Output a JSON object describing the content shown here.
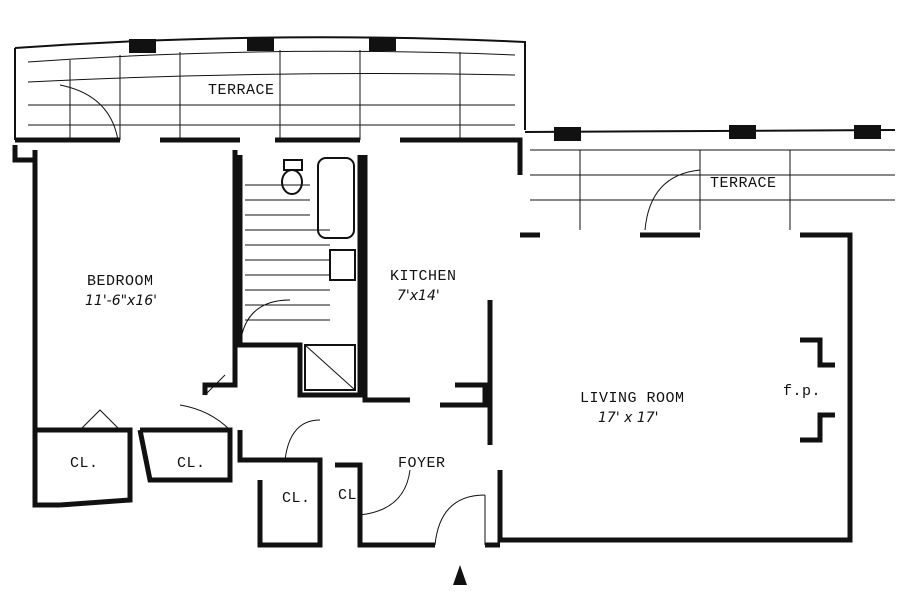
{
  "rooms": {
    "terrace_upper": "TERRACE",
    "terrace_right": "TERRACE",
    "bedroom": {
      "name": "BEDROOM",
      "dims": "11'-6\"x16'"
    },
    "kitchen": {
      "name": "KITCHEN",
      "dims": "7'x14'"
    },
    "living_room": {
      "name": "LIVING ROOM",
      "dims": "17' x 17'"
    },
    "fireplace": "f.p.",
    "foyer": "FOYER",
    "closets": [
      "CL.",
      "CL.",
      "CL.",
      "CL."
    ]
  },
  "colors": {
    "ink": "#111111",
    "paper": "#ffffff"
  }
}
